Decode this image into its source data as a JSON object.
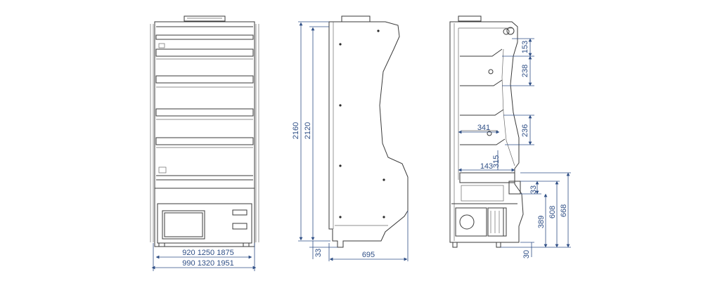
{
  "colors": {
    "line": "#3a3a3a",
    "dimension": "#2f4f86",
    "background": "#ffffff"
  },
  "front_view": {
    "widths_upper": "920 1250 1875",
    "widths_lower": "990 1320 1951"
  },
  "side_view": {
    "height_total": "2160",
    "height_inner": "2120",
    "foot_height": "33",
    "depth": "695"
  },
  "section_view": {
    "shelf_gap_1": "153",
    "shelf_gap_2": "238",
    "shelf_gap_3": "236",
    "shelf_depth_1": "341",
    "shelf_depth_2": "143",
    "shelf_edge": "315",
    "base_step": "33",
    "base_height_1": "389",
    "base_height_2": "608",
    "base_height_3": "668",
    "foot": "30"
  }
}
